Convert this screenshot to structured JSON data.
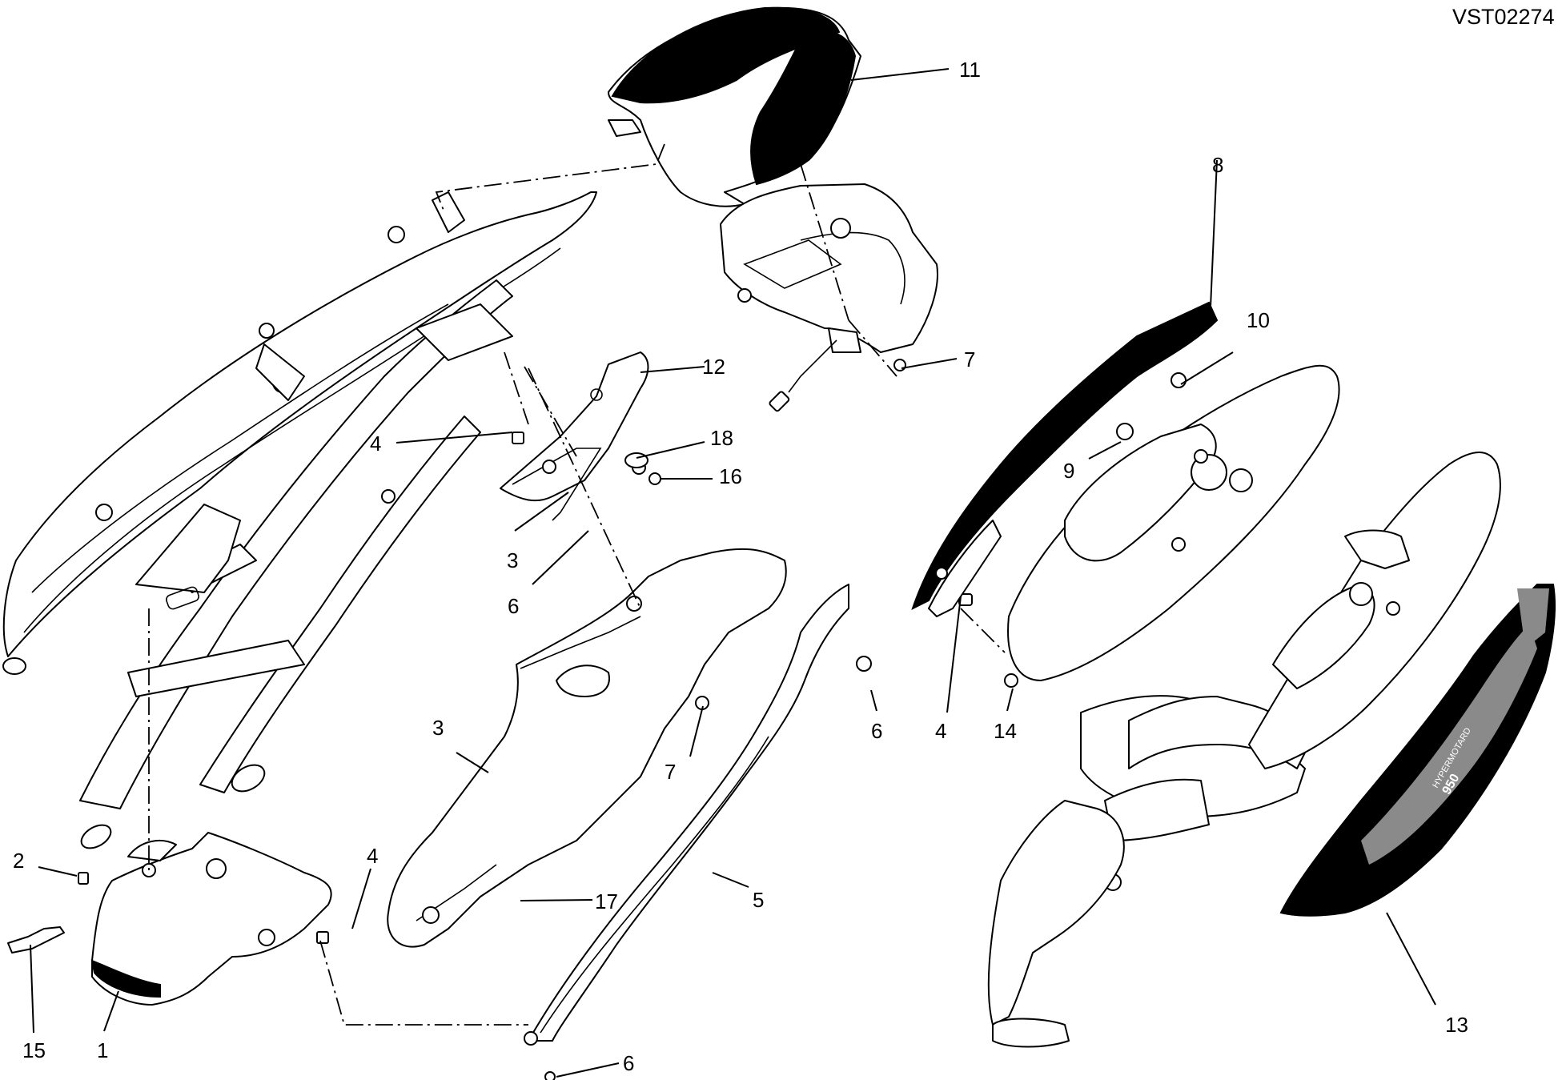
{
  "drawing_code": "VST02274",
  "fairing_logo": {
    "model": "HYPERMOTARD",
    "number": "950"
  },
  "callouts": [
    {
      "id": "c11",
      "label": "11"
    },
    {
      "id": "c8",
      "label": "8"
    },
    {
      "id": "c12",
      "label": "12"
    },
    {
      "id": "c7a",
      "label": "7"
    },
    {
      "id": "c10",
      "label": "10"
    },
    {
      "id": "c4a",
      "label": "4"
    },
    {
      "id": "c18",
      "label": "18"
    },
    {
      "id": "c16",
      "label": "16"
    },
    {
      "id": "c9",
      "label": "9"
    },
    {
      "id": "c3a",
      "label": "3"
    },
    {
      "id": "c6a",
      "label": "6"
    },
    {
      "id": "c4b",
      "label": "4"
    },
    {
      "id": "c14",
      "label": "14"
    },
    {
      "id": "c6b",
      "label": "6"
    },
    {
      "id": "c3b",
      "label": "3"
    },
    {
      "id": "c7b",
      "label": "7"
    },
    {
      "id": "c2",
      "label": "2"
    },
    {
      "id": "c4c",
      "label": "4"
    },
    {
      "id": "c5",
      "label": "5"
    },
    {
      "id": "c17",
      "label": "17"
    },
    {
      "id": "c15",
      "label": "15"
    },
    {
      "id": "c1",
      "label": "1"
    },
    {
      "id": "c6c",
      "label": "6"
    },
    {
      "id": "c13",
      "label": "13"
    }
  ]
}
